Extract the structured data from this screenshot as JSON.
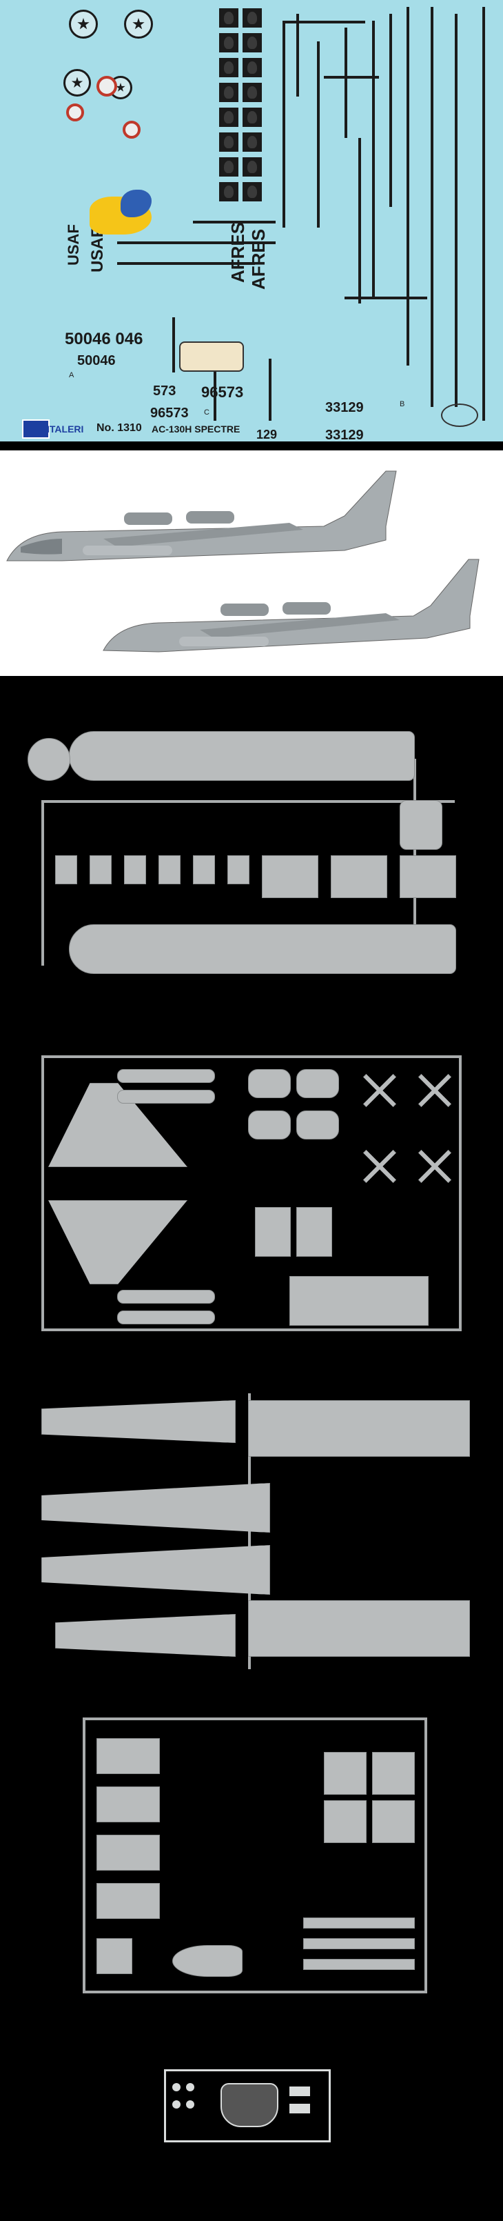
{
  "decal_sheet": {
    "brand": "ITALERI",
    "kit_number": "No. 1310",
    "kit_name": "AC-130H SPECTRE",
    "serials": [
      "50046 046",
      "50046",
      "573",
      "96573",
      "96573",
      "33129",
      "33129",
      "129"
    ],
    "markings": [
      "USAF",
      "USAF",
      "AFRES",
      "AFRES"
    ],
    "labels": [
      "A",
      "B",
      "C"
    ]
  },
  "box_art": {
    "subject": "AC-130H Spectre"
  },
  "sprues": [
    {
      "id": "fuselage-sprue"
    },
    {
      "id": "tail-propeller-sprue"
    },
    {
      "id": "wing-sprue"
    },
    {
      "id": "detail-sprue"
    },
    {
      "id": "clear-sprue"
    }
  ],
  "colors": {
    "decal_background": "#a6dde8",
    "plastic_grey": "#b9bcbd",
    "background": "#000000",
    "clear_plastic": "#d9dcdc"
  }
}
